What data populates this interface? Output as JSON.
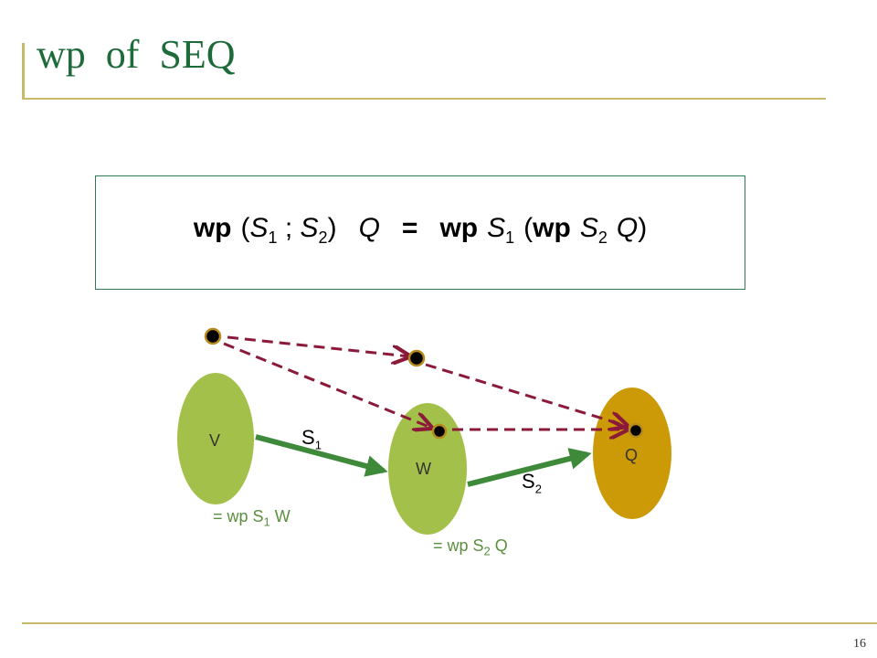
{
  "slide": {
    "title": "wp  of  SEQ",
    "page_number": "16"
  },
  "formula": {
    "lhs_wp": "wp",
    "lhs_open": "(",
    "s1": "S",
    "s1_sub": "1",
    "semi": " ; ",
    "s2": "S",
    "s2_sub": "2",
    "lhs_close": ")",
    "q": "Q",
    "eq": "=",
    "rhs_wp1": "wp",
    "rhs_s1": "S",
    "rhs_s1_sub": "1",
    "rhs_open": "(",
    "rhs_wp2": "wp",
    "rhs_s2": "S",
    "rhs_s2_sub": "2",
    "rhs_q": "Q",
    "rhs_close": ")"
  },
  "diagram": {
    "sets": {
      "v": "V",
      "w": "W",
      "q": "Q"
    },
    "arrows": {
      "s1": "S",
      "s1_sub": "1",
      "s2": "S",
      "s2_sub": "2"
    },
    "annotations": {
      "wp1_prefix": "= wp S",
      "wp1_sub": "1",
      "wp1_suffix": " W",
      "wp2_prefix": "= wp S",
      "wp2_sub": "2",
      "wp2_suffix": " Q"
    },
    "colors": {
      "green_set": "#a3c14a",
      "gold_set": "#cc9a06",
      "solid_arrow": "#3e8a3a",
      "dashed_arrow": "#8b1a3a",
      "accent_rule": "#c9b96a",
      "title": "#1e6b3a"
    }
  }
}
